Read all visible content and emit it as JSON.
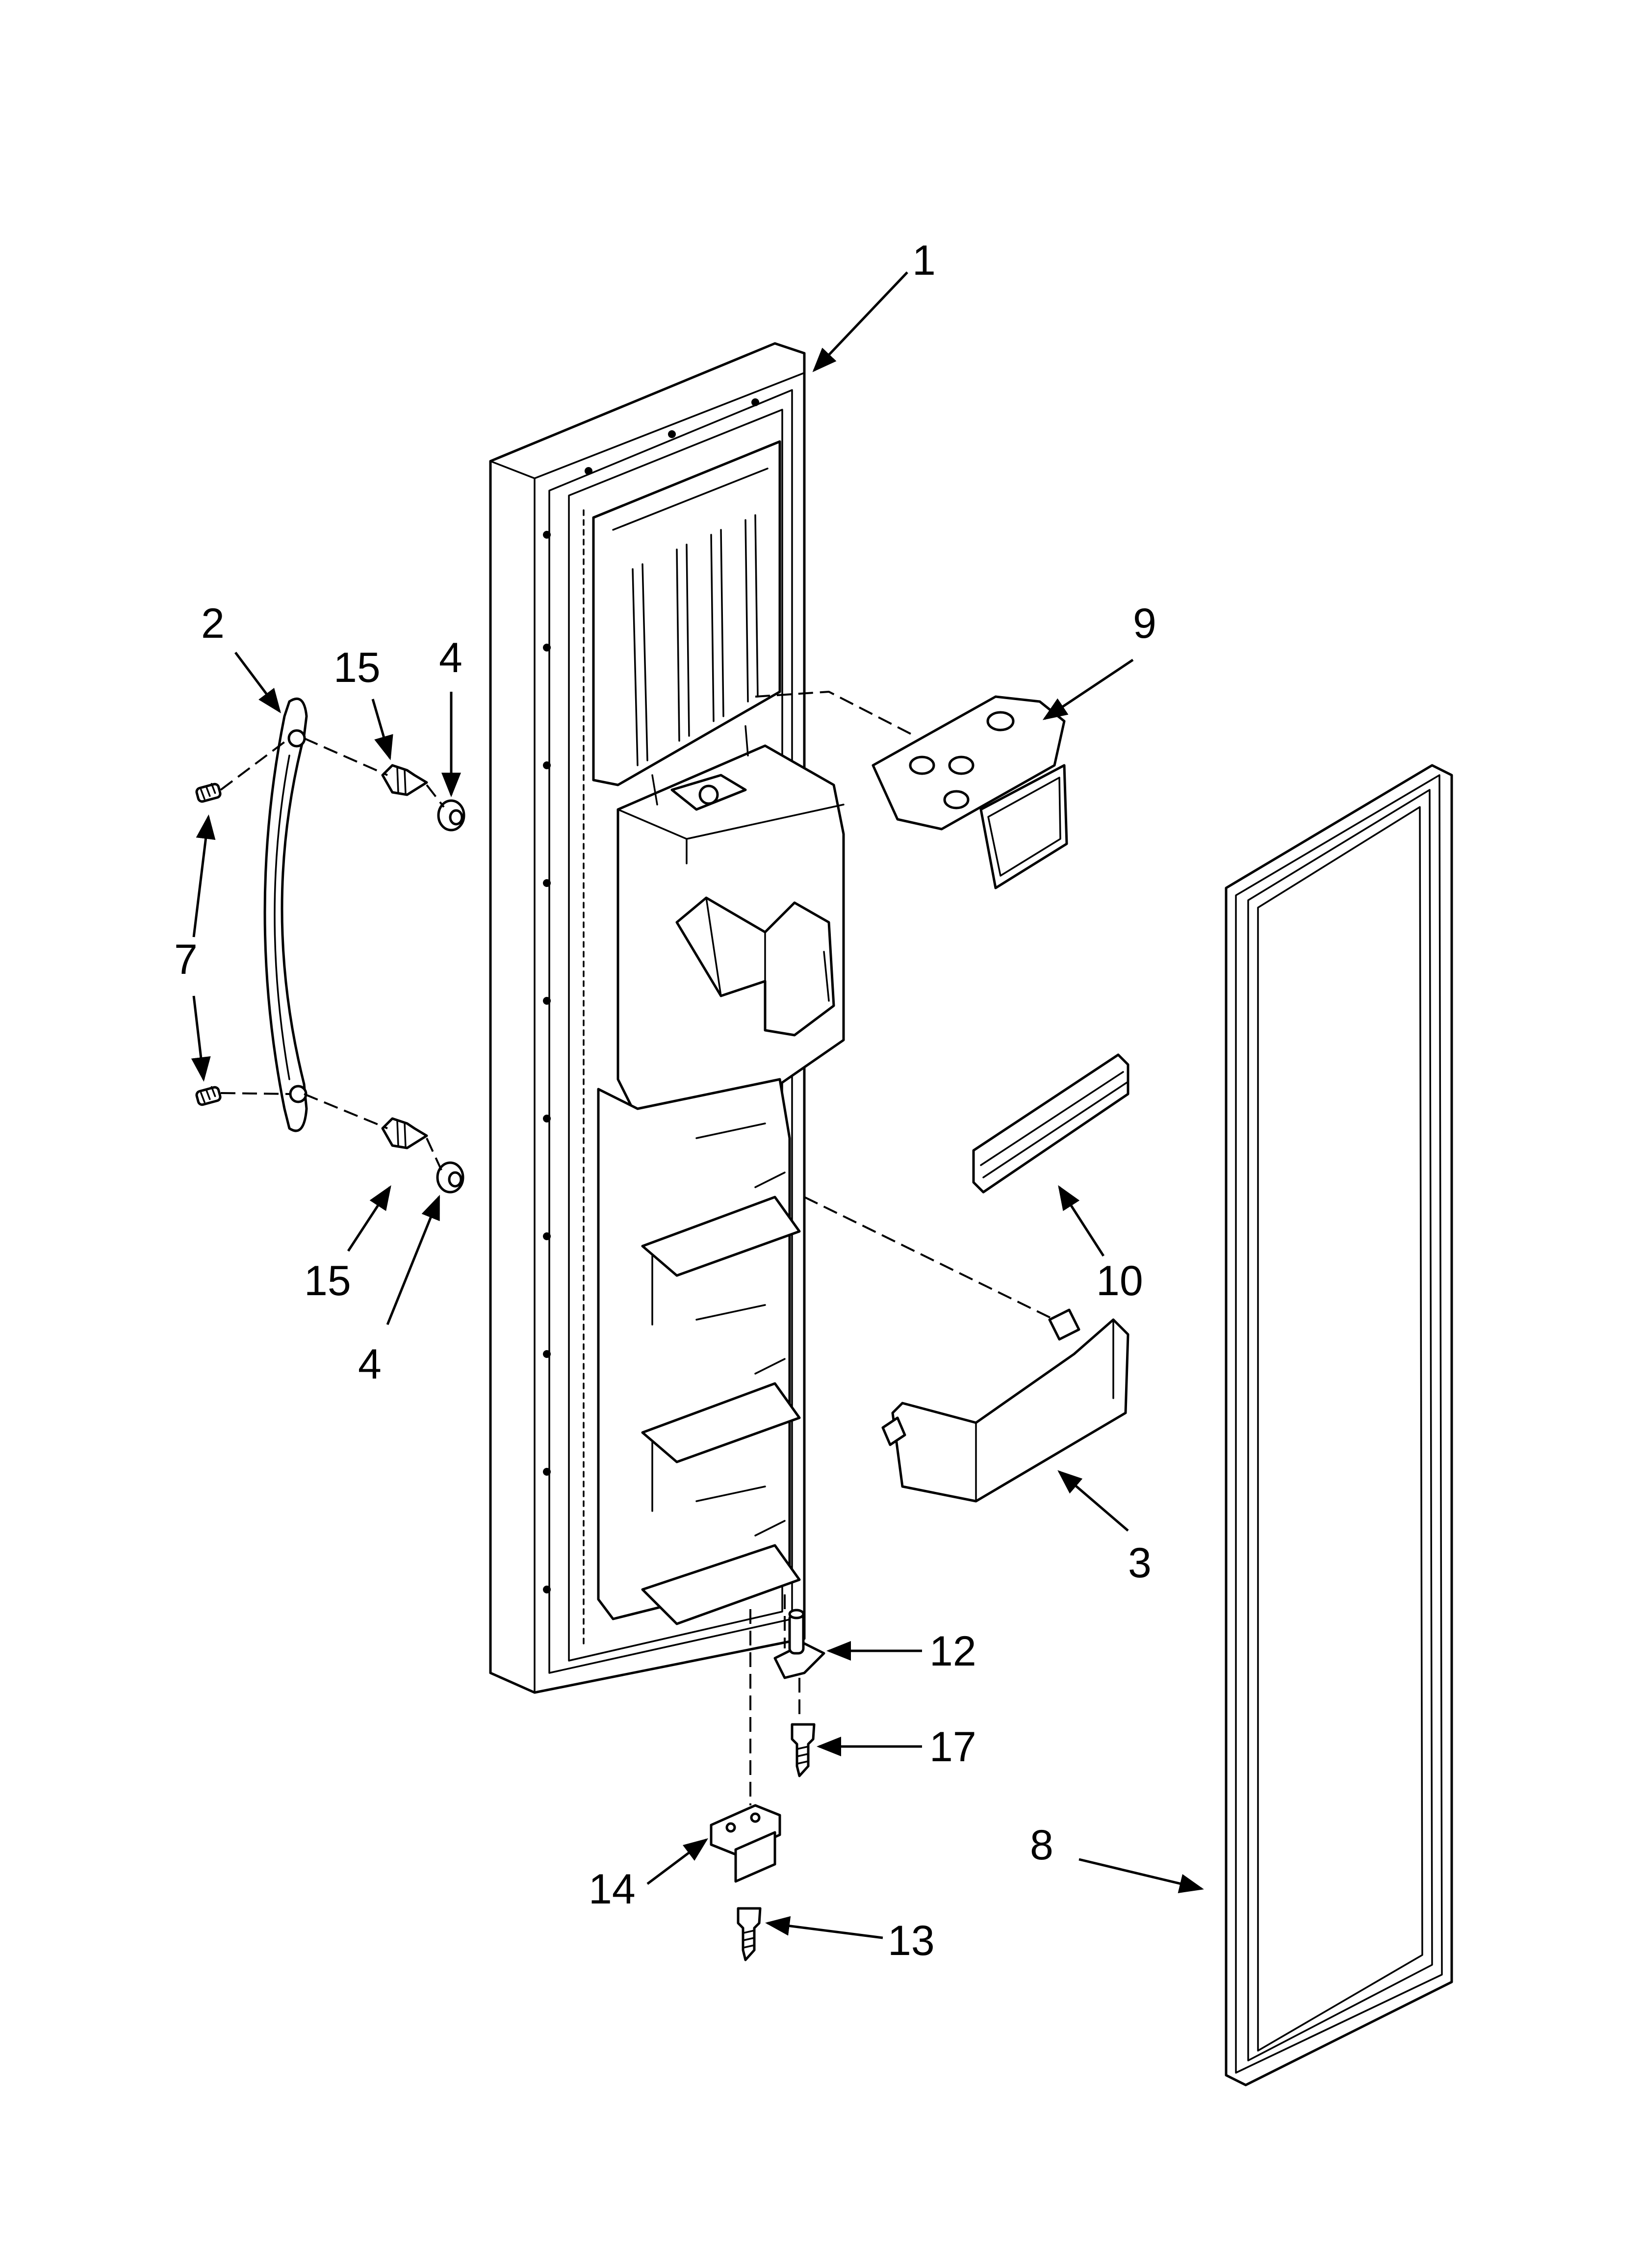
{
  "callouts": {
    "c1": "1",
    "c2": "2",
    "c3": "3",
    "c4a": "4",
    "c4b": "4",
    "c7": "7",
    "c8": "8",
    "c9": "9",
    "c10": "10",
    "c12": "12",
    "c13": "13",
    "c14": "14",
    "c15a": "15",
    "c15b": "15",
    "c17": "17"
  }
}
